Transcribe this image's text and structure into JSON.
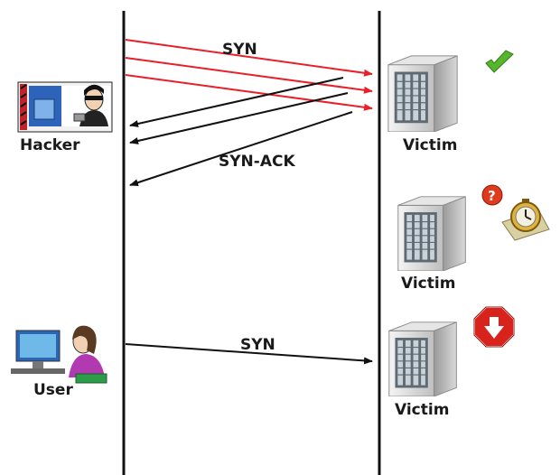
{
  "labels": {
    "hacker": "Hacker",
    "user": "User",
    "victim_1": "Victim",
    "victim_2": "Victim",
    "victim_3": "Victim",
    "syn_top": "SYN",
    "syn_ack": "SYN-ACK",
    "syn_user": "SYN"
  },
  "icons": {
    "hacker": "hacker-at-computer-icon",
    "user": "user-at-computer-icon",
    "server": "server-tower-icon",
    "ok": "green-checkmark-icon",
    "waiting": "stopwatch-question-icon",
    "blocked": "red-stop-sign-icon"
  },
  "colors": {
    "syn_arrows": "#e8202a",
    "synack_arrows": "#111111",
    "user_arrow": "#111111",
    "check": "#57b62d",
    "stop": "#d8231c"
  }
}
